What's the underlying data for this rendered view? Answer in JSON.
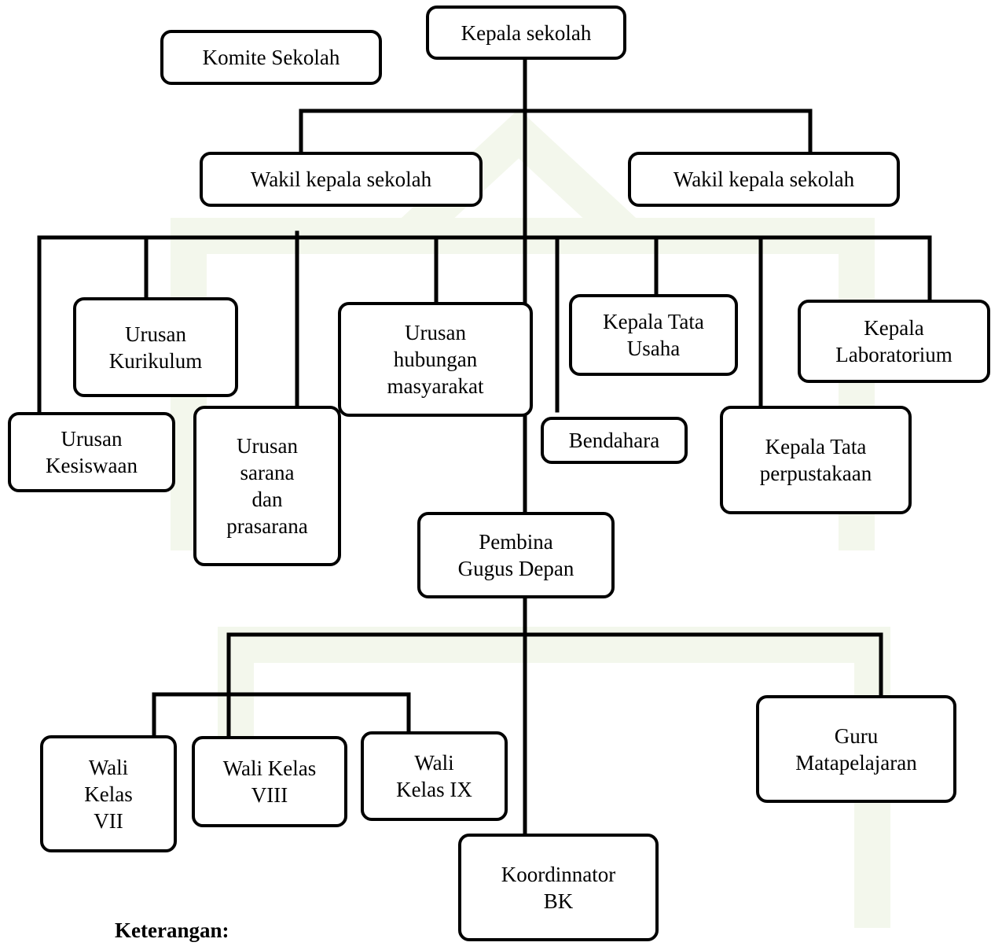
{
  "diagram": {
    "nodes": {
      "kepala_sekolah": "Kepala sekolah",
      "komite_sekolah": "Komite Sekolah",
      "wakil_kepala_1": "Wakil kepala sekolah",
      "wakil_kepala_2": "Wakil kepala sekolah",
      "urusan_kurikulum": "Urusan\nKurikulum",
      "urusan_kesiswaan": "Urusan\nKesiswaan",
      "urusan_sarana": "Urusan\nsarana\ndan\nprasarana",
      "urusan_humas": "Urusan\nhubungan\nmasyarakat",
      "kepala_tata_usaha": "Kepala Tata\nUsaha",
      "bendahara": "Bendahara",
      "kepala_laboratorium": "Kepala\nLaboratorium",
      "kepala_perpustakaan": "Kepala Tata\nperpustakaan",
      "pembina_gugus_depan": "Pembina\nGugus Depan",
      "wali_kelas_vii": "Wali\nKelas\nVII",
      "wali_kelas_viii": "Wali Kelas\nVIII",
      "wali_kelas_ix": "Wali\nKelas IX",
      "guru_matapelajaran": "Guru\nMatapelajaran",
      "koordinator_bk": "Koordinnator\nBK"
    },
    "note_label": "Keterangan:"
  },
  "colors": {
    "line": "#000000",
    "watermark": "#f4f8ee"
  }
}
